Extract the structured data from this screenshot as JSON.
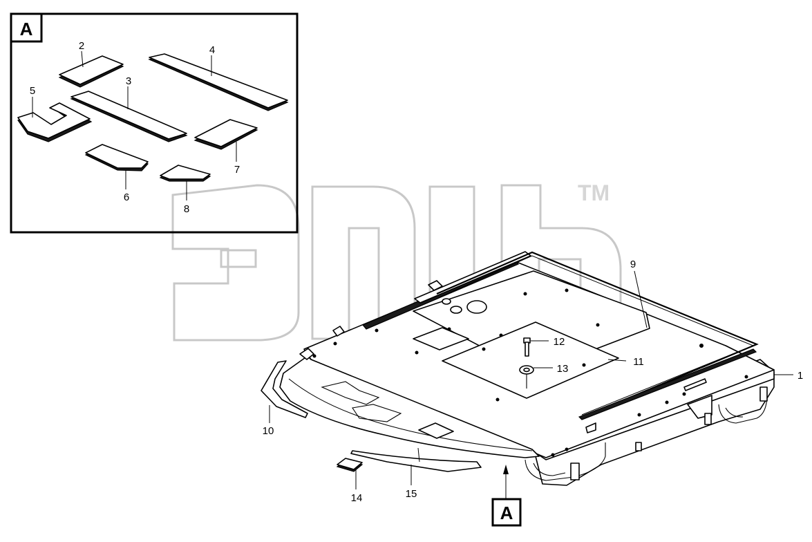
{
  "detail_view": {
    "ref_letter": "A"
  },
  "section_marker": {
    "ref_letter": "A"
  },
  "watermark": {
    "trademark": "TM"
  },
  "callouts": [
    {
      "id": "1",
      "label": "1"
    },
    {
      "id": "2",
      "label": "2"
    },
    {
      "id": "3",
      "label": "3"
    },
    {
      "id": "4",
      "label": "4"
    },
    {
      "id": "5",
      "label": "5"
    },
    {
      "id": "6",
      "label": "6"
    },
    {
      "id": "7",
      "label": "7"
    },
    {
      "id": "8",
      "label": "8"
    },
    {
      "id": "9",
      "label": "9"
    },
    {
      "id": "10",
      "label": "10"
    },
    {
      "id": "11",
      "label": "11"
    },
    {
      "id": "12",
      "label": "12"
    },
    {
      "id": "13",
      "label": "13"
    },
    {
      "id": "14",
      "label": "14"
    },
    {
      "id": "15",
      "label": "15"
    }
  ]
}
